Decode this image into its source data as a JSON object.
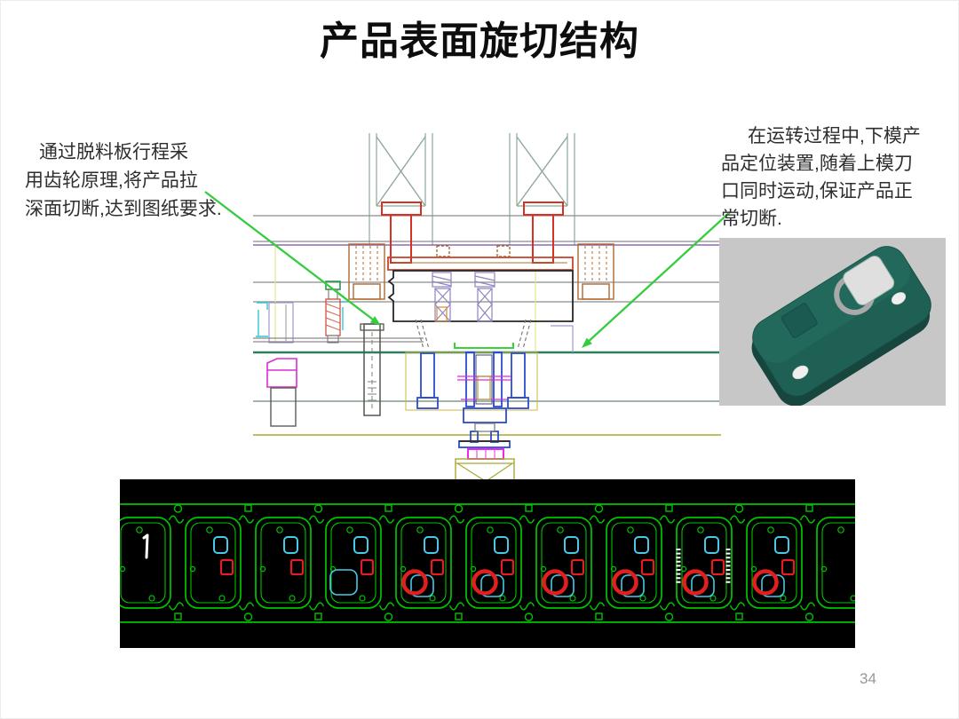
{
  "slide": {
    "title": "产品表面旋切结构",
    "page_number": "34",
    "left_note": {
      "lines": [
        "通过脱料板行程采",
        "用齿轮原理,将产品拉",
        "深面切断,达到图纸要求."
      ]
    },
    "right_note": {
      "lines": [
        "在运转过程中,下模产",
        "品定位装置,随着上模刀",
        "口同时运动,保证产品正",
        "常切断."
      ]
    }
  },
  "colors": {
    "arrow_green": "#35cc3f",
    "product_teal": "#1f6055",
    "product_teal_dark": "#16463e",
    "product_teal_light": "#257061",
    "die_line_green": "#2e7f5e",
    "punch_red": "#d93026",
    "strip_bg": "#000000"
  },
  "strip": {
    "type": "progressive-die-strip-layout",
    "colors": {
      "outline": "#00c400",
      "pierce_red": "#e21f1f",
      "form_cyan": "#45cbe8",
      "mark_white": "#ffffff"
    },
    "stations": [
      {
        "features": [
          "start-mark"
        ]
      },
      {
        "features": [
          "pierce-rects"
        ]
      },
      {
        "features": [
          "pierce-rects"
        ]
      },
      {
        "features": [
          "pierce-rects",
          "form-outline"
        ]
      },
      {
        "features": [
          "pierce-rects",
          "form-outline",
          "pierce-circle"
        ]
      },
      {
        "features": [
          "pierce-rects",
          "form-outline",
          "pierce-circle"
        ]
      },
      {
        "features": [
          "pierce-rects",
          "form-outline",
          "pierce-circle"
        ]
      },
      {
        "features": [
          "pierce-rects",
          "form-outline",
          "pierce-circle"
        ]
      },
      {
        "features": [
          "pierce-rects",
          "form-outline",
          "pierce-circle",
          "side-hatch"
        ]
      },
      {
        "features": [
          "pierce-rects",
          "form-outline",
          "pierce-circle"
        ]
      },
      {
        "features": [
          "empty"
        ]
      }
    ]
  }
}
